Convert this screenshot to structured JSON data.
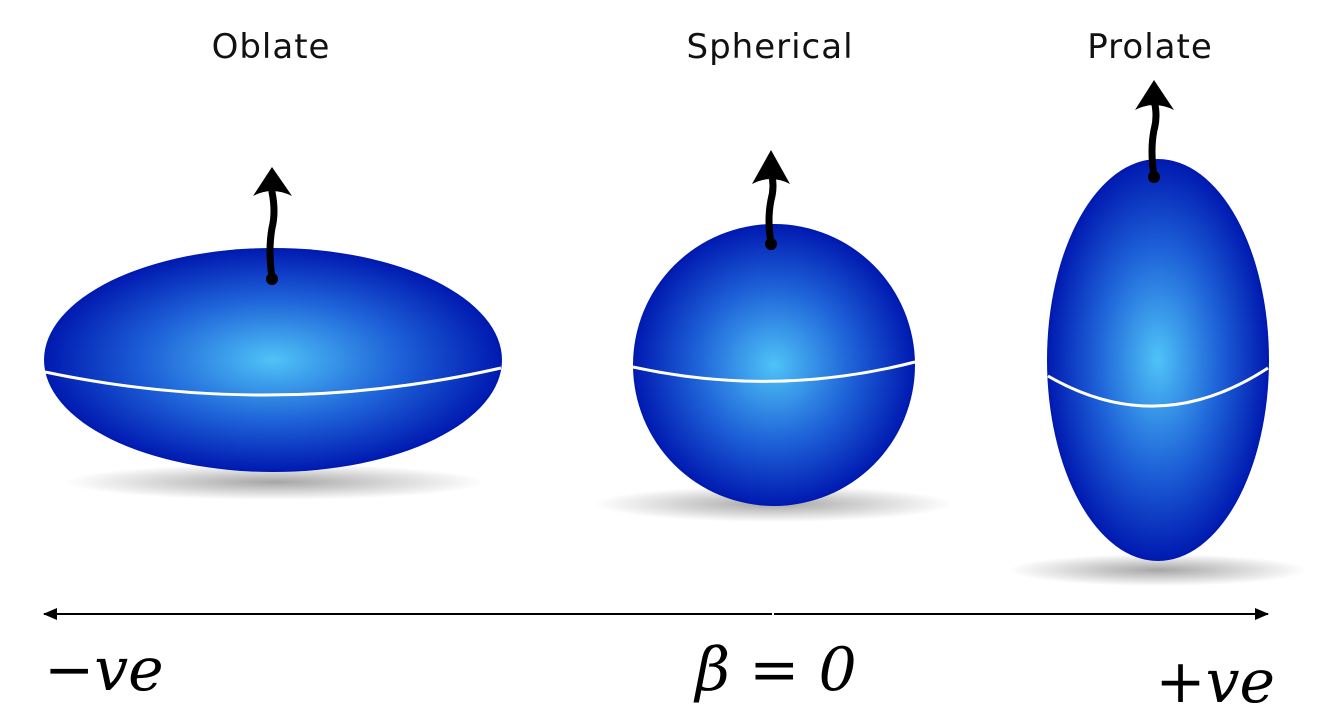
{
  "shapes": {
    "oblate": {
      "label": "Oblate"
    },
    "spherical": {
      "label": "Spherical"
    },
    "prolate": {
      "label": "Prolate"
    }
  },
  "axis": {
    "left_label": "−ve",
    "center_label": "β = 0",
    "right_label": "+ve"
  },
  "colors": {
    "body_light": "#4fc3f7",
    "body_mid": "#1e62d8",
    "body_dark": "#0019b0",
    "equator": "#ffffff",
    "spin_arrow": "#000000",
    "axis_line": "#000000"
  }
}
